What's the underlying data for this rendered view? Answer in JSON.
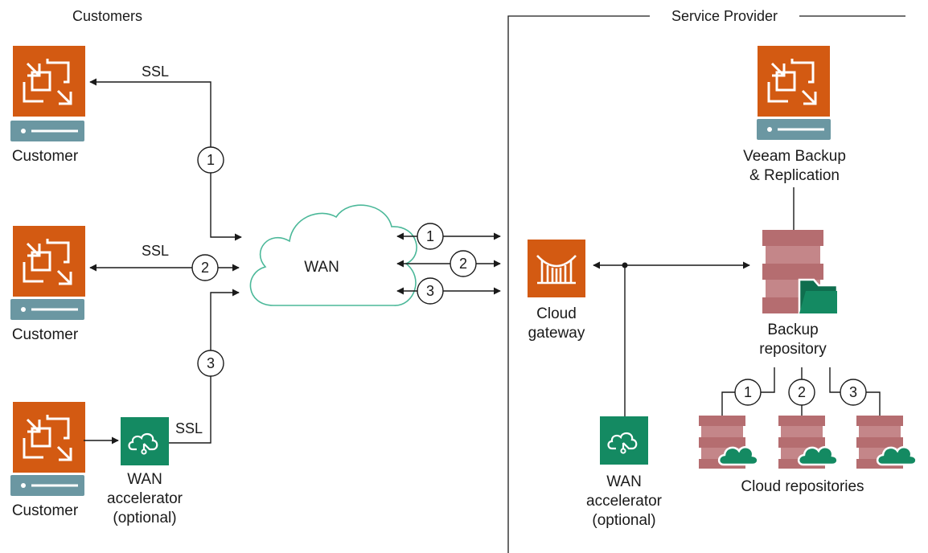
{
  "sections": {
    "customers": "Customers",
    "service_provider": "Service Provider"
  },
  "customers": [
    {
      "label": "Customer",
      "connection": "SSL",
      "route": "1"
    },
    {
      "label": "Customer",
      "connection": "SSL",
      "route": "2"
    },
    {
      "label": "Customer",
      "connection": "SSL",
      "route": "3"
    }
  ],
  "wan_accelerator_customer": {
    "line1": "WAN",
    "line2": "accelerator",
    "line3": "(optional)"
  },
  "wan": {
    "label": "WAN"
  },
  "route_numbers": [
    "1",
    "2",
    "3"
  ],
  "cloud_gateway": {
    "line1": "Cloud",
    "line2": "gateway"
  },
  "veeam": {
    "line1": "Veeam Backup",
    "line2": "& Replication"
  },
  "backup_repository": {
    "line1": "Backup",
    "line2": "repository"
  },
  "wan_accelerator_provider": {
    "line1": "WAN",
    "line2": "accelerator",
    "line3": "(optional)"
  },
  "cloud_repositories": {
    "label": "Cloud repositories",
    "numbers": [
      "1",
      "2",
      "3"
    ]
  },
  "colors": {
    "orange": "#D35A12",
    "green": "#148A62",
    "steel": "#6B97A2",
    "brick": "#B56D70",
    "cloud_stroke": "#4BB899",
    "line": "#1A1A1A"
  }
}
